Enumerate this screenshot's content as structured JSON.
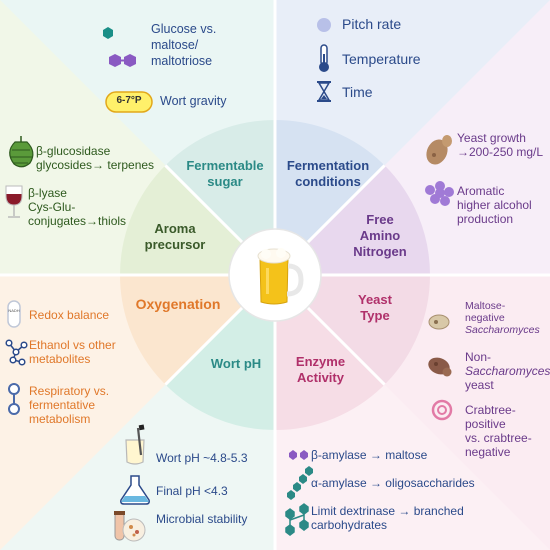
{
  "quadrants": {
    "top_left": {
      "items": [
        {
          "icon": "glucose-hexagon-icon",
          "label": "Glucose vs. maltose/ maltotriose"
        },
        {
          "icon": "wort-gravity-badge",
          "badge": "6-7°P",
          "label": "Wort gravity"
        }
      ],
      "aroma_items": [
        {
          "icon": "hop-cone-icon",
          "line1": "β-glucosidase",
          "line2": "glycosides→ terpenes"
        },
        {
          "icon": "wine-glass-icon",
          "line1": "β-lyase",
          "line2": "Cys-Glu-",
          "line3": "conjugates→thiols"
        }
      ]
    },
    "top_right": {
      "items": [
        {
          "icon": "pitch-rate-circle-icon",
          "label": "Pitch rate"
        },
        {
          "icon": "thermometer-icon",
          "label": "Temperature"
        },
        {
          "icon": "hourglass-icon",
          "label": "Time"
        }
      ],
      "fan_items": [
        {
          "icon": "yeast-cell-icon",
          "line1": "Yeast growth",
          "line2": "→200-250 mg/L"
        },
        {
          "icon": "molecule-cluster-icon",
          "line1": "Aromatic",
          "line2": "higher alcohol",
          "line3": "production"
        }
      ]
    },
    "bottom_left": {
      "items": [
        {
          "icon": "nadh-tube-icon",
          "badge": "NADH",
          "label": "Redox balance"
        },
        {
          "icon": "pathway-network-icon",
          "line1": "Ethanol vs other",
          "line2": "metabolites"
        },
        {
          "icon": "respiration-dumbbell-icon",
          "line1": "Respiratory vs.",
          "line2": "fermentative",
          "line3": "metabolism"
        }
      ]
    },
    "bottom_center": {
      "items": [
        {
          "icon": "beaker-ph-probe-icon",
          "label": "Wort pH ~4.8-5.3"
        },
        {
          "icon": "flask-icon",
          "label": "Final pH <4.3"
        },
        {
          "icon": "petri-tube-icon",
          "label": "Microbial stability"
        }
      ]
    },
    "bottom_right": {
      "items": [
        {
          "icon": "beta-amylase-chain-icon",
          "label": "β-amylase → maltose"
        },
        {
          "icon": "alpha-amylase-chain-icon",
          "label": "α-amylase → oligosaccharides"
        },
        {
          "icon": "branched-chain-icon",
          "line1": "Limit dextrinase → branched",
          "line2": "carbohydrates"
        }
      ]
    },
    "right_mid": {
      "items": [
        {
          "icon": "yeast-small-icon",
          "line1": "Maltose-",
          "line2": "negative",
          "line3": "Saccharomyces"
        },
        {
          "icon": "yeast-brown-icon",
          "line1": "Non-",
          "line2": "Saccharomyces",
          "line3": "yeast"
        },
        {
          "icon": "double-ring-icon",
          "line1": "Crabtree-positive",
          "line2": "vs. crabtree-",
          "line3": "negative"
        }
      ]
    }
  },
  "wedges": {
    "fermentable_sugar": {
      "line1": "Fermentable",
      "line2": "sugar"
    },
    "fermentation_conditions": {
      "line1": "Fermentation",
      "line2": "conditions"
    },
    "free_amino_nitrogen": {
      "line1": "Free",
      "line2": "Amino",
      "line3": "Nitrogen"
    },
    "yeast_type": {
      "line1": "Yeast",
      "line2": "Type"
    },
    "enzyme_activity": {
      "line1": "Enzyme",
      "line2": "Activity"
    },
    "wort_ph": {
      "line1": "Wort pH"
    },
    "oxygenation": {
      "line1": "Oxygenation"
    },
    "aroma_precursor": {
      "line1": "Aroma",
      "line2": "precursor"
    }
  },
  "center": {
    "icon": "beer-mug-icon"
  },
  "colors": {
    "teal": "#2b8a86",
    "navy": "#2b4a8a",
    "purple": "#6a3a8a",
    "pink": "#b0306a",
    "orange": "#e0782a",
    "green_dark": "#3a5a2a",
    "text": "#3a3a3a"
  }
}
